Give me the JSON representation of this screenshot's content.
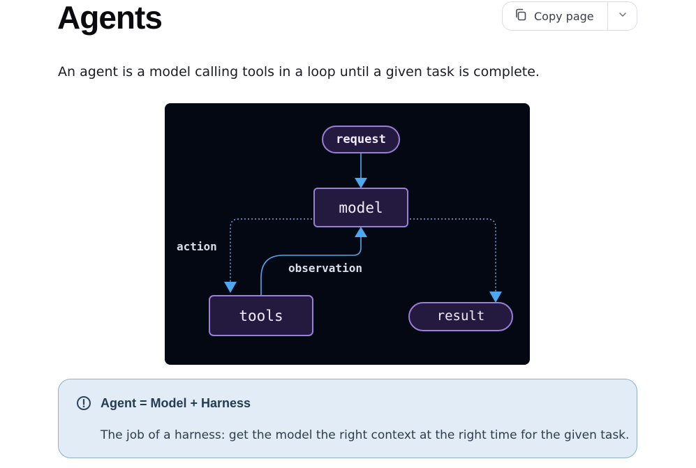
{
  "page": {
    "title": "Agents",
    "intro": "An agent is a model calling tools in a loop until a given task is complete."
  },
  "toolbar": {
    "copy_label": "Copy page",
    "copy_icon": "copy-icon",
    "menu_icon": "chevron-down-icon"
  },
  "diagram": {
    "nodes": {
      "request": "request",
      "model": "model",
      "tools": "tools",
      "result": "result"
    },
    "edges": {
      "action": "action",
      "observation": "observation"
    },
    "colors": {
      "background": "#030813",
      "node_fill": "#24193f",
      "node_stroke": "#9a7fd6",
      "edge_solid": "#4ea8f0",
      "edge_dotted": "#7fa8e6"
    }
  },
  "callout": {
    "icon": "exclamation-circle-icon",
    "title": "Agent = Model + Harness",
    "body": "The job of a harness: get the model the right context at the right time for the given task."
  }
}
